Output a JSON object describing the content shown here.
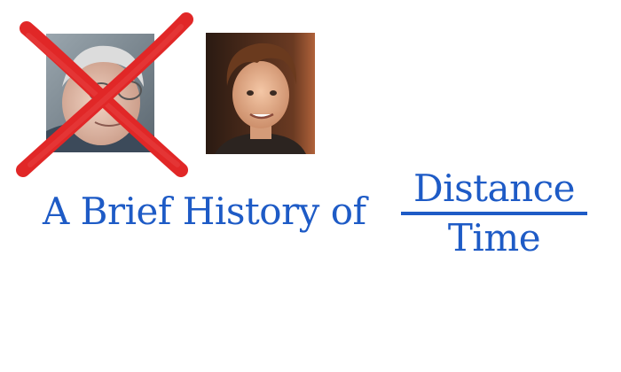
{
  "title": {
    "prefix": "A Brief History of",
    "numerator": "Distance",
    "denominator": "Time",
    "color": "#1e5bc6"
  },
  "images": [
    {
      "subject": "older man with glasses portrait",
      "crossed_out": true
    },
    {
      "subject": "younger man smiling portrait",
      "crossed_out": false
    }
  ],
  "colors": {
    "cross": "#e12727",
    "accent": "#1e5bc6"
  },
  "icons": [
    "red-x-cross-icon"
  ]
}
